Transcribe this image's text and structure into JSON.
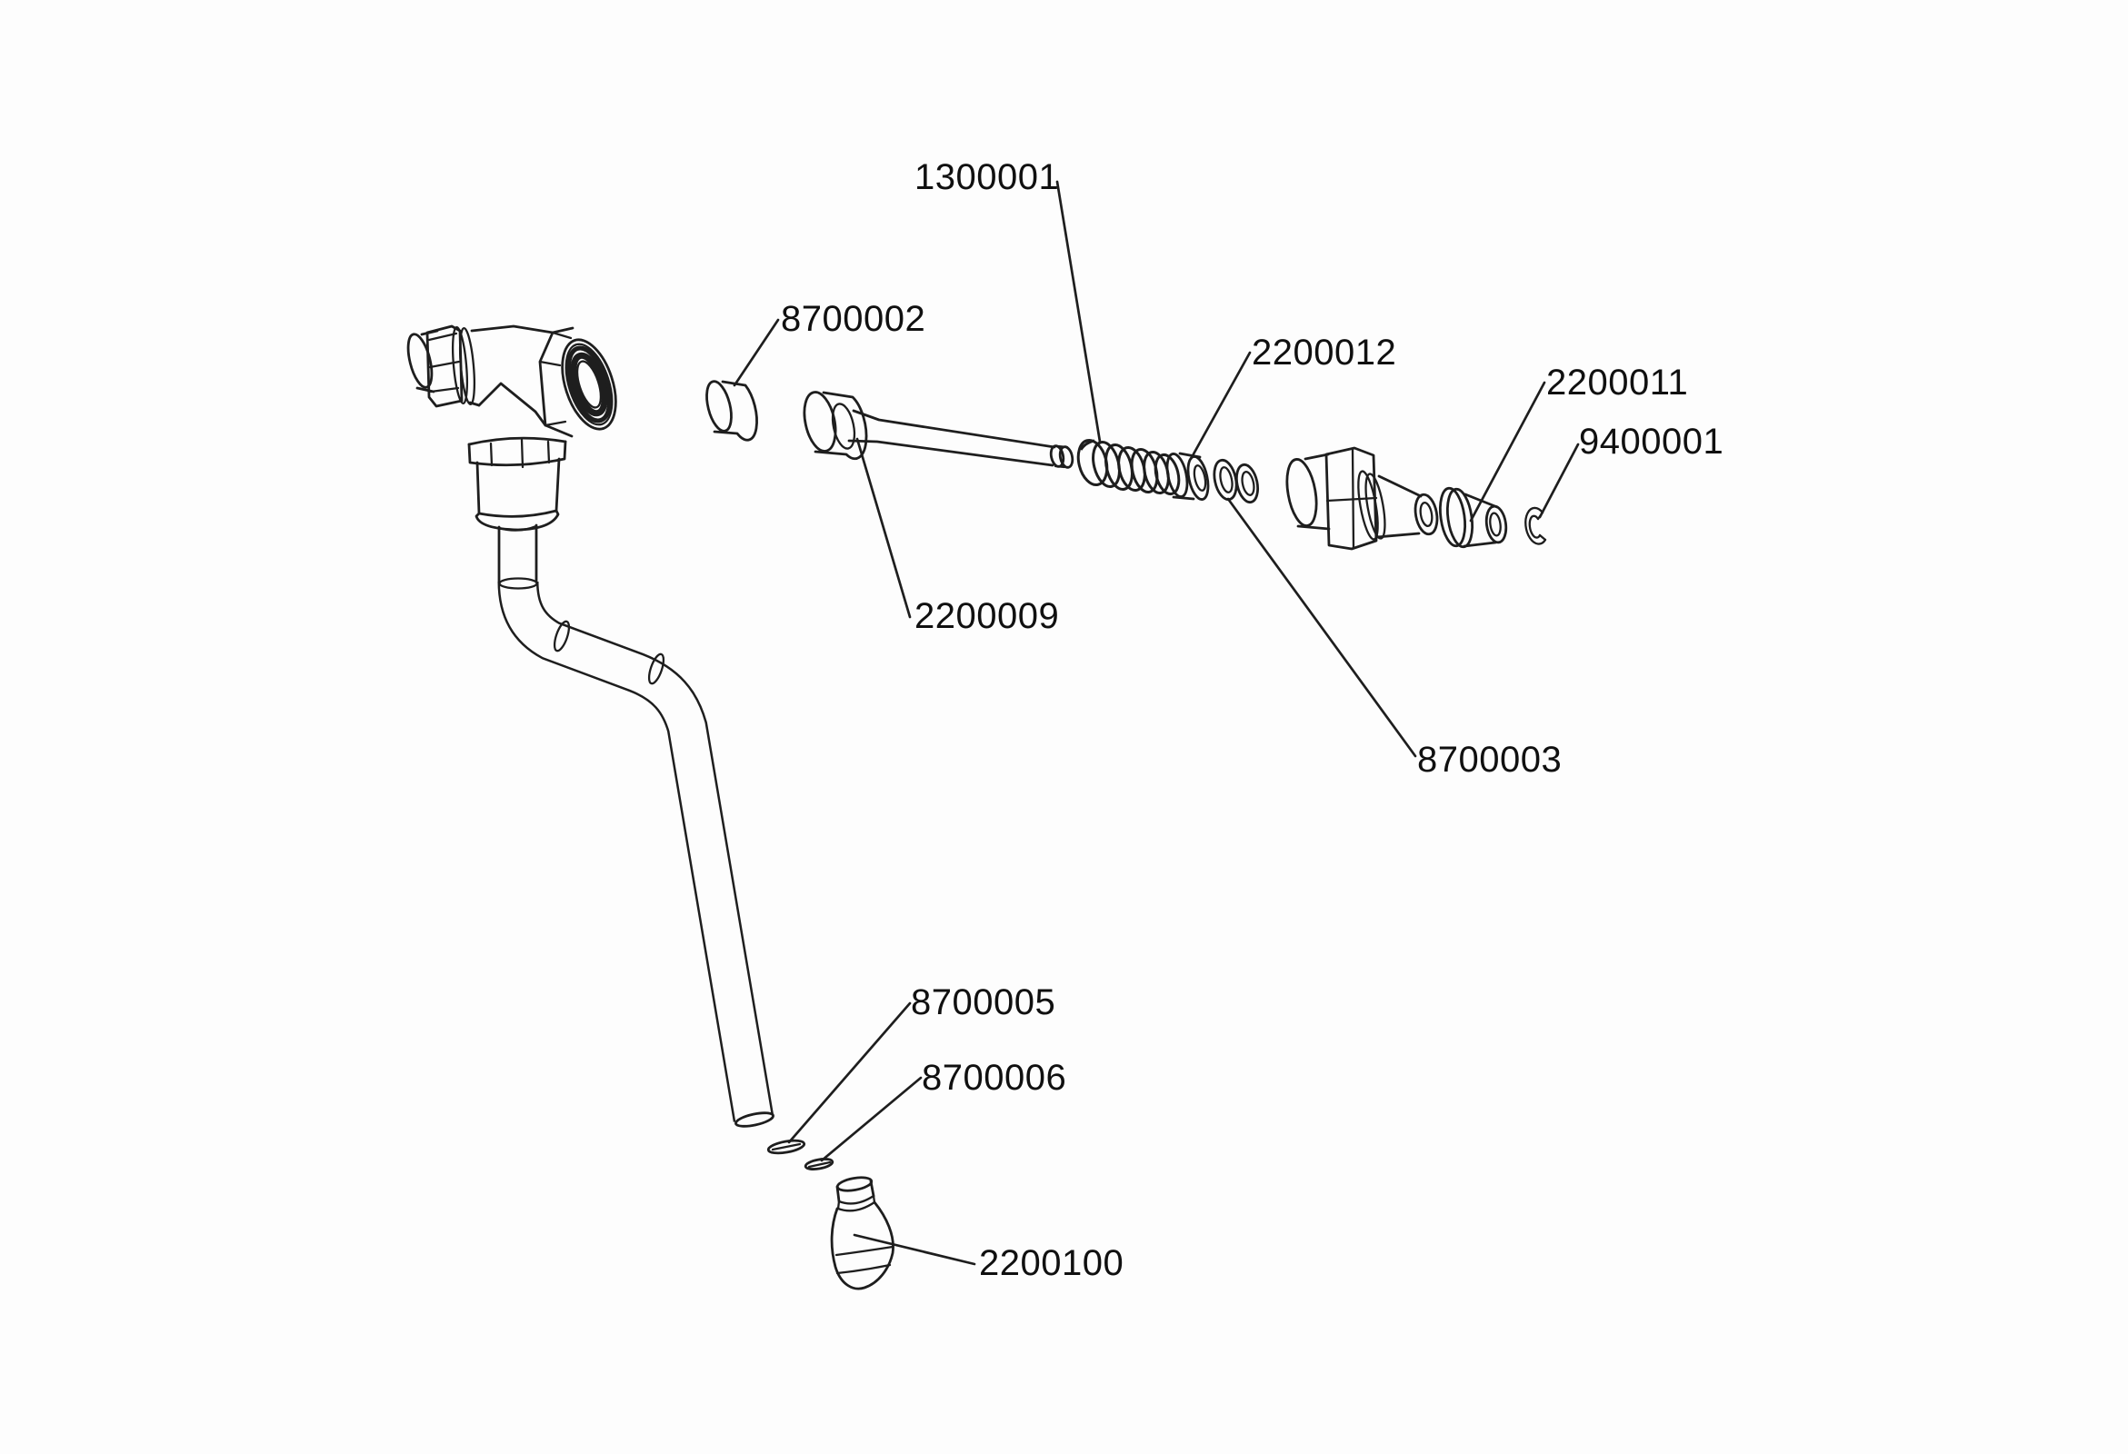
{
  "diagram": {
    "background_color": "#fdfdfd",
    "line_color": "#1e1e1e",
    "label_text_color": "#101010",
    "part_labels": [
      {
        "text": "1300001"
      },
      {
        "text": "8700002"
      },
      {
        "text": "2200012"
      },
      {
        "text": "2200011"
      },
      {
        "text": "9400001"
      },
      {
        "text": "2200009"
      },
      {
        "text": "8700003"
      },
      {
        "text": "8700005"
      },
      {
        "text": "8700006"
      },
      {
        "text": "2200100"
      }
    ]
  }
}
